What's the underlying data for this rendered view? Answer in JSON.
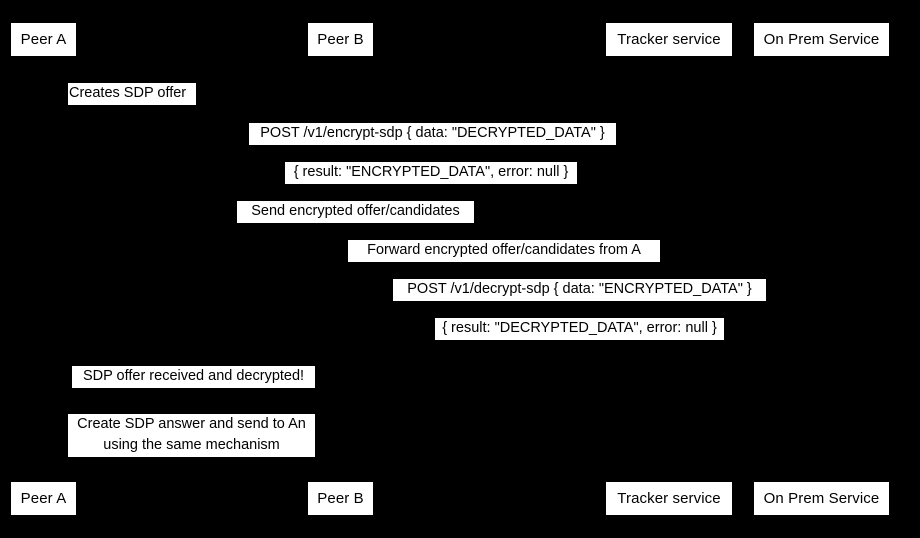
{
  "diagram": {
    "type": "uml-sequence-diagram",
    "background_color": "#000000",
    "label_background_color": "#ffffff",
    "text_color": "#000000",
    "participants": [
      {
        "id": "peer-a",
        "label": "Peer A"
      },
      {
        "id": "peer-b",
        "label": "Peer B"
      },
      {
        "id": "tracker-service",
        "label": "Tracker service"
      },
      {
        "id": "on-prem-service",
        "label": "On Prem Service"
      }
    ],
    "messages": [
      {
        "id": "m1",
        "text": "Creates SDP offer"
      },
      {
        "id": "m2",
        "text": "POST /v1/encrypt-sdp { data: \"DECRYPTED_DATA\" }"
      },
      {
        "id": "m3",
        "text": "{ result: \"ENCRYPTED_DATA\", error: null }"
      },
      {
        "id": "m4",
        "text": "Send encrypted offer/candidates"
      },
      {
        "id": "m5",
        "text": "Forward encrypted offer/candidates from A"
      },
      {
        "id": "m6",
        "text": "POST /v1/decrypt-sdp { data: \"ENCRYPTED_DATA\" }"
      },
      {
        "id": "m7",
        "text": "{ result: \"DECRYPTED_DATA\", error: null }"
      },
      {
        "id": "m8",
        "text": "SDP offer received and decrypted!"
      },
      {
        "id": "m9",
        "line1": "Create SDP answer and send to An",
        "line2": "using the same mechanism"
      }
    ]
  }
}
